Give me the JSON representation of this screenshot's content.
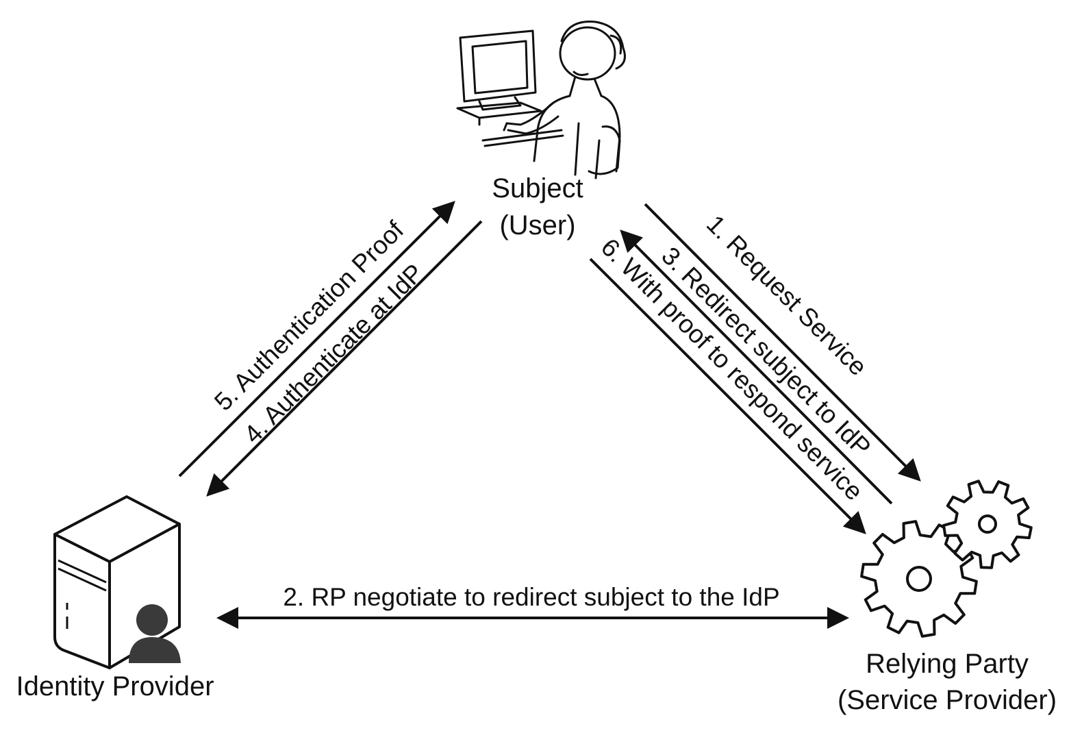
{
  "nodes": {
    "subject": {
      "title": "Subject",
      "subtitle": "(User)"
    },
    "idp": {
      "title": "Identity Provider"
    },
    "rp": {
      "title": "Relying Party",
      "subtitle": "(Service Provider)"
    }
  },
  "edges": {
    "step1": "1. Request Service",
    "step2": "2. RP negotiate to redirect subject to the IdP",
    "step3": "3. Redirect subject to IdP",
    "step4": "4. Authenticate at IdP",
    "step5": "5. Authentication Proof",
    "step6": "6.  With proof to respond service"
  }
}
